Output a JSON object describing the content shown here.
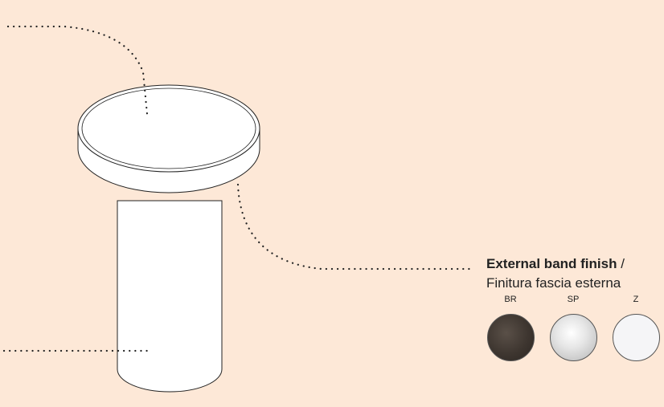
{
  "legend": {
    "title_strong": "External band finish",
    "title_separator": " /",
    "subtitle": "Finitura fascia esterna",
    "swatches": [
      {
        "code": "BR",
        "color": "#3e3630"
      },
      {
        "code": "SP",
        "color": "#d6d6d6"
      },
      {
        "code": "Z",
        "color": "#f5f5f7"
      }
    ]
  },
  "colors": {
    "background": "#fde8d7",
    "outline": "#222222",
    "fill": "#ffffff"
  }
}
